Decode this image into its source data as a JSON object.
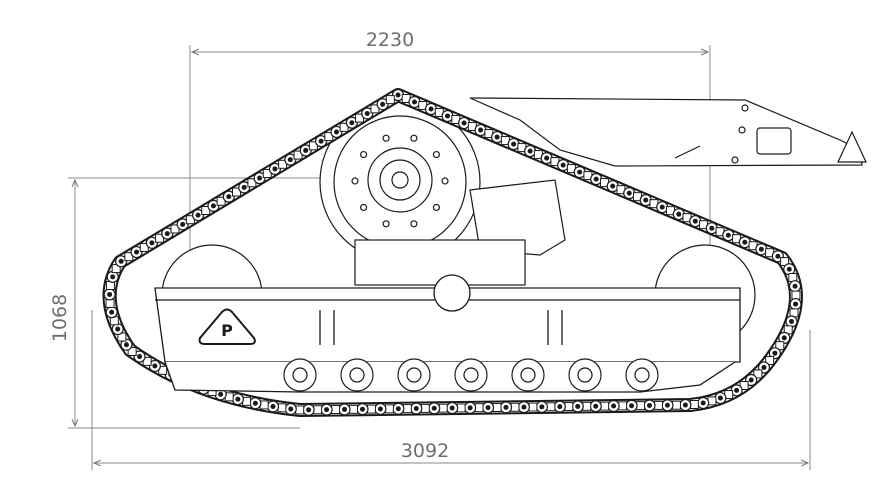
{
  "drawing": {
    "title": "Crawler undercarriage side view",
    "dimensions": {
      "top_width": "2230",
      "height": "1068",
      "overall_length": "3092"
    },
    "logo_text": "P",
    "colors": {
      "line": "#1a1a1a",
      "dimension": "#7a7a7a"
    }
  }
}
